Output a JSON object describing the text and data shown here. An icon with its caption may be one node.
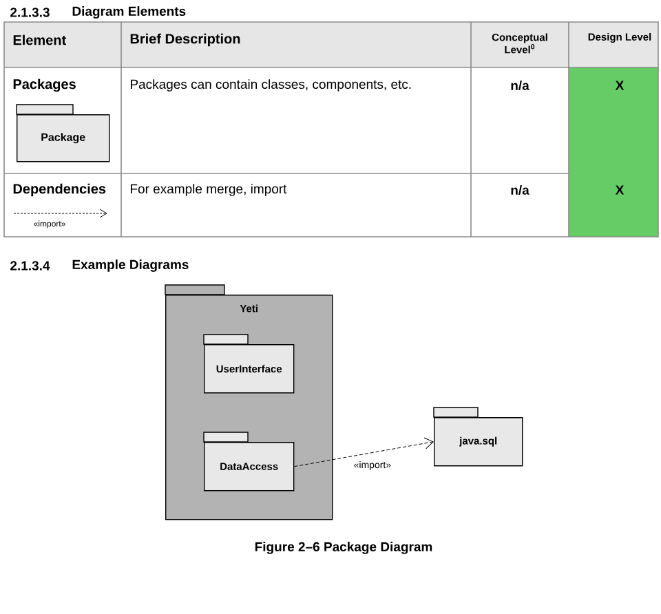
{
  "diagram": {
    "caption": "Figure 2–6 Package Diagram",
    "nodes": [
      {
        "text": [
          "Package"
        ]
      },
      {
        "text": [
          "Yeti"
        ]
      },
      {
        "text": [
          "UserInterface"
        ],
        "in": 1
      },
      {
        "text": [
          "DataAccess"
        ],
        "in": 1
      },
      {
        "text": [
          "java.sql"
        ]
      }
    ],
    "edges": [
      {
        "from": 3,
        "to": 4,
        "arrow": "to",
        "style": "dashed",
        "label": "«import»"
      }
    ],
    "labels": [
      "2.1.3.3",
      "Diagram Elements",
      "Element",
      "Brief Description",
      "Conceptual Level$^{0}$",
      "Design Level",
      "Packages",
      "Packages can contain classes, components, etc.",
      "n/a",
      "X",
      "Dependencies",
      "«import»",
      "For example merge, import",
      "n/a",
      "X",
      "2.1.3.4",
      "Example Diagrams"
    ]
  }
}
